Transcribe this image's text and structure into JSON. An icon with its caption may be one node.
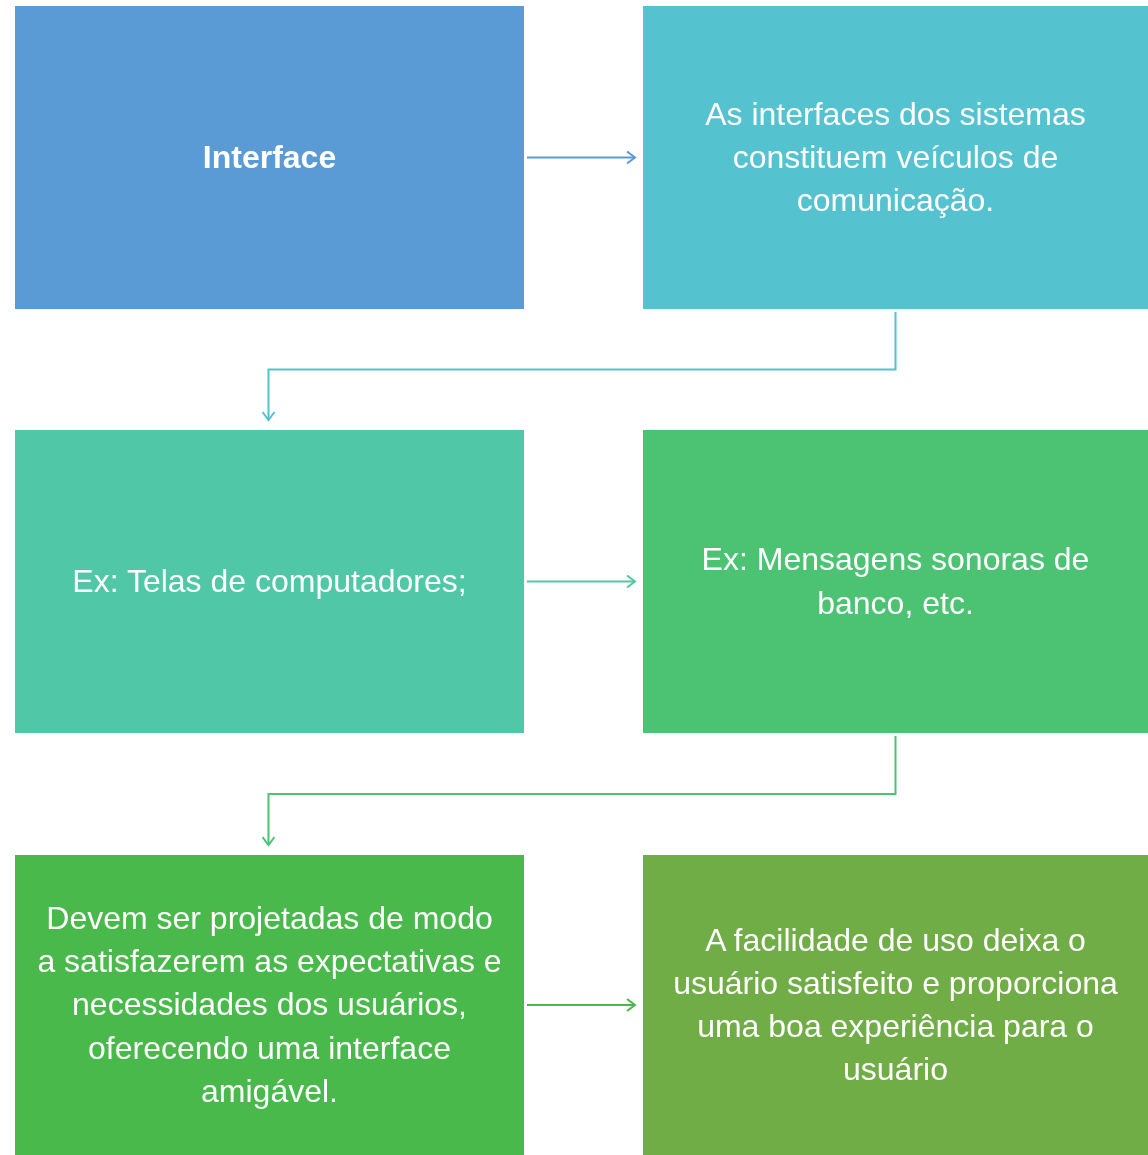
{
  "diagram": {
    "nodes": [
      {
        "text": [
          "Interface"
        ]
      },
      {
        "text": [
          "As interfaces dos sistemas constituem veículos de comunicação."
        ]
      },
      {
        "text": [
          "Ex: Telas de computadores;"
        ]
      },
      {
        "text": [
          "Ex: Mensagens sonoras de banco, etc."
        ]
      },
      {
        "text": [
          "Devem ser projetadas de modo a satisfazerem as expectativas e necessidades dos usuários, oferecendo uma interface amigável."
        ]
      },
      {
        "text": [
          "A facilidade de uso deixa o usuário satisfeito e proporciona uma boa experiência para o usuário"
        ]
      }
    ],
    "edges": [
      {
        "from": 0,
        "to": 1,
        "arrow": "to",
        "color": "#5b9bd5"
      },
      {
        "from": 1,
        "to": 2,
        "arrow": "to",
        "color": "#55c2cf"
      },
      {
        "from": 2,
        "to": 3,
        "arrow": "to",
        "color": "#52c6a6"
      },
      {
        "from": 3,
        "to": 4,
        "arrow": "to",
        "color": "#4cc273"
      },
      {
        "from": 4,
        "to": 5,
        "arrow": "to",
        "color": "#4ab94b"
      }
    ]
  }
}
